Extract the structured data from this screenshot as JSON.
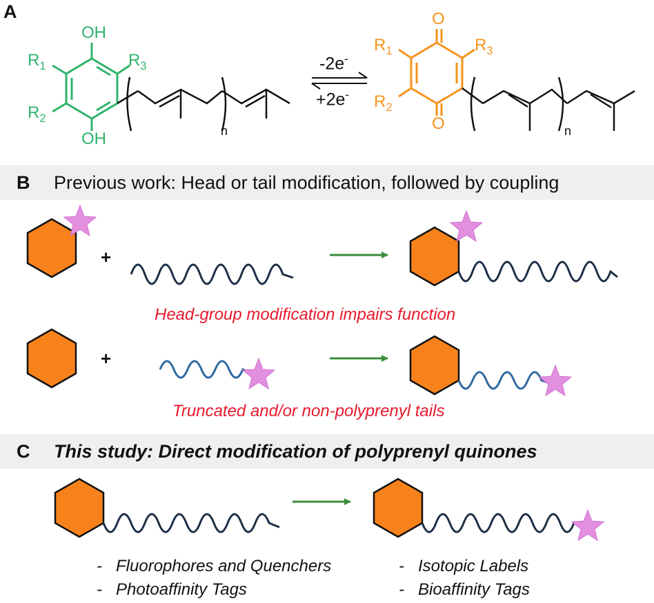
{
  "panel_a": {
    "letter": "A",
    "reduced": {
      "r1": "R",
      "r1_sub": "1",
      "r2": "R",
      "r2_sub": "2",
      "r3": "R",
      "r3_sub": "3",
      "oh_top": "OH",
      "oh_bottom": "OH",
      "n": "n"
    },
    "oxidized": {
      "r1": "R",
      "r1_sub": "1",
      "r2": "R",
      "r2_sub": "2",
      "r3": "R",
      "r3_sub": "3",
      "o_top": "O",
      "o_bottom": "O",
      "n": "n"
    },
    "forward_label": "-2e",
    "forward_sup": "-",
    "reverse_label": "+2e",
    "reverse_sup": "-"
  },
  "panel_b": {
    "letter": "B",
    "header": "Previous work: Head or tail modification, followed by coupling",
    "plus": "+",
    "note_head": "Head-group modification impairs function",
    "note_tail": "Truncated and/or non-polyprenyl tails"
  },
  "panel_c": {
    "letter": "C",
    "header": "This study: Direct modification of polyprenyl quinones",
    "bullets_left": [
      "Fluorophores and Quenchers",
      "Photoaffinity Tags"
    ],
    "bullets_right": [
      "Isotopic Labels",
      "Bioaffinity Tags"
    ],
    "bullet_dash": "-"
  },
  "colors": {
    "hexagon_fill": "#f7821b",
    "star_fill": "#e28fe0",
    "tail_dark": "#1b2e44",
    "tail_blue": "#2f6aa0",
    "arrow_green": "#3b8c3a",
    "hydroquinone": "#2fb36b",
    "quinone": "#f7931e",
    "note_red": "#e8192c"
  }
}
